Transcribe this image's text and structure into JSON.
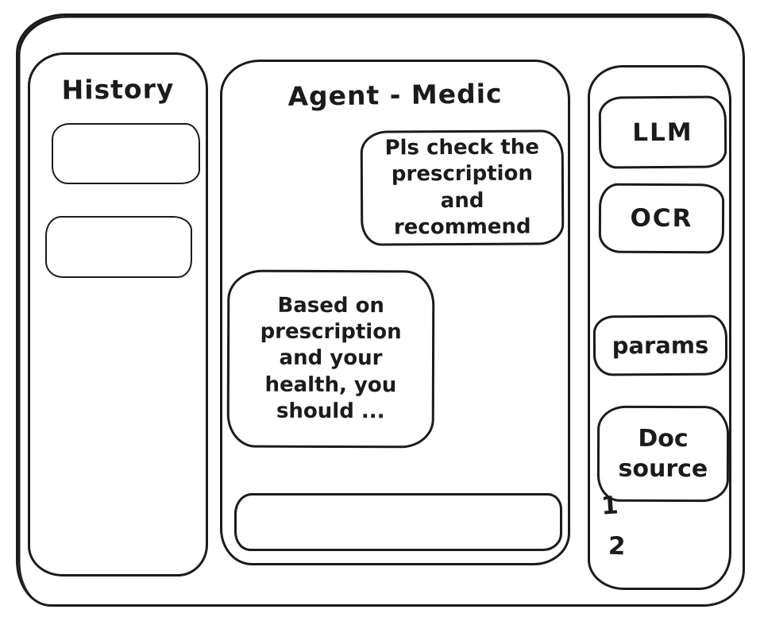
{
  "app": {
    "ink_color": "#1b1b1b",
    "background_color": "#ffffff"
  },
  "history_panel": {
    "title": "History",
    "items": [
      {
        "label": ""
      },
      {
        "label": ""
      }
    ]
  },
  "chat_panel": {
    "title": "Agent - Medic",
    "messages": [
      {
        "role": "user",
        "text": "Pls check the prescription and recommend"
      },
      {
        "role": "agent",
        "text": "Based on prescription and your health, you should ..."
      }
    ],
    "input": {
      "value": "",
      "placeholder": ""
    }
  },
  "tools_panel": {
    "buttons": [
      {
        "label": "LLM"
      },
      {
        "label": "OCR"
      },
      {
        "label": "params"
      },
      {
        "label": "Doc source"
      }
    ],
    "doc_source_list": [
      "1",
      "2"
    ]
  }
}
